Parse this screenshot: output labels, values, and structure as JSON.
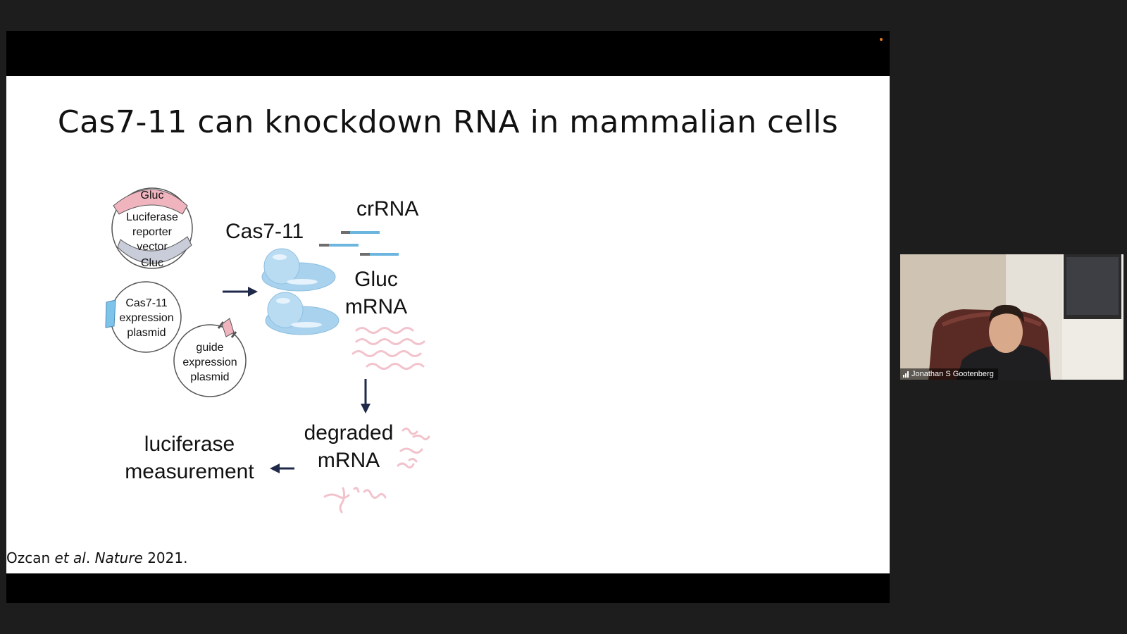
{
  "slide": {
    "title": "Cas7-11 can knockdown RNA in mammalian cells",
    "citation": {
      "author": "Ozcan ",
      "etal": "et al",
      "dot": ". ",
      "journal": "Nature",
      "year": " 2021."
    },
    "diagram": {
      "reporter_top": "Gluc",
      "reporter_line1": "Luciferase",
      "reporter_line2": "reporter",
      "reporter_line3": "vector",
      "reporter_bottom": "Cluc",
      "cas_plasmid_line1": "Cas7-11",
      "cas_plasmid_line2": "expression",
      "cas_plasmid_line3": "plasmid",
      "guide_plasmid_line1": "guide",
      "guide_plasmid_line2": "expression",
      "guide_plasmid_line3": "plasmid",
      "cas_label": "Cas7-11",
      "crrna_label": "crRNA",
      "gluc_label_line1": "Gluc",
      "gluc_label_line2": "mRNA",
      "degraded_line1": "degraded",
      "degraded_line2": "mRNA",
      "luciferase_line1": "luciferase",
      "luciferase_line2": "measurement"
    }
  },
  "participant": {
    "name": "Jonathan S Gootenberg"
  },
  "colors": {
    "recording_dot": "#e07a20",
    "gluc_pink": "#f0b4bf",
    "cluc_gray": "#c9ccd9",
    "protein_blue": "#a8d2ee",
    "arrow_navy": "#1f2a4a",
    "mrna_pink": "#f2c3cc"
  }
}
